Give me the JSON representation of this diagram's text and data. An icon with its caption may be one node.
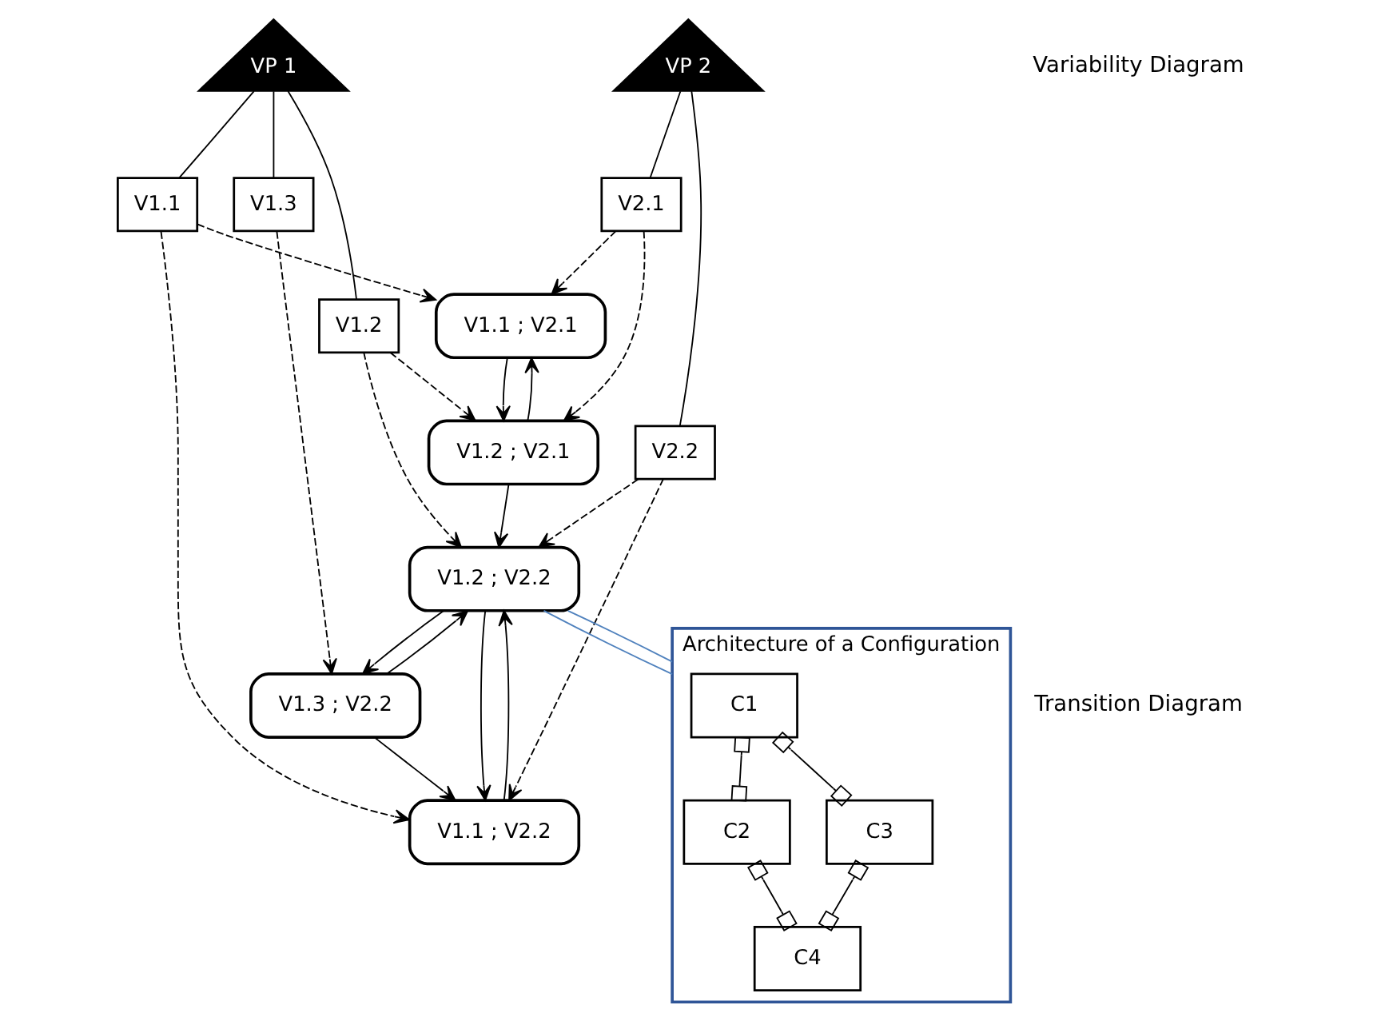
{
  "diagram": {
    "nodes": [
      {
        "text": [
          "VP 1"
        ]
      },
      {
        "text": [
          "VP 2"
        ]
      },
      {
        "text": [
          "V1.1"
        ]
      },
      {
        "text": [
          "V1.2"
        ]
      },
      {
        "text": [
          "V1.3"
        ]
      },
      {
        "text": [
          "V2.1"
        ]
      },
      {
        "text": [
          "V2.2"
        ]
      },
      {
        "text": [
          "V1.3 ; V2.2"
        ]
      },
      {
        "text": [
          "V1.1 ; V2.1"
        ]
      },
      {
        "text": [
          "V1.1 ; V2.2"
        ]
      },
      {
        "text": [
          "V1.2 ; V2.1"
        ]
      },
      {
        "text": [
          "V1.2 ; V2.2"
        ]
      },
      {
        "text": [
          "Architecture of a Configuration"
        ]
      },
      {
        "text": [
          "C1"
        ],
        "in": 12
      },
      {
        "text": [
          "C2"
        ],
        "in": 12
      },
      {
        "text": [
          "C3"
        ],
        "in": 12
      },
      {
        "text": [
          "C4"
        ],
        "in": 12
      }
    ],
    "edges": [
      {
        "from": 0,
        "to": 2,
        "arrow": "none"
      },
      {
        "from": 0,
        "to": 3,
        "arrow": "none"
      },
      {
        "from": 0,
        "to": 4,
        "arrow": "none"
      },
      {
        "from": 1,
        "to": 5,
        "arrow": "none"
      },
      {
        "from": 1,
        "to": 6,
        "arrow": "none"
      },
      {
        "from": 2,
        "to": 8,
        "arrow": "to",
        "style": "dashed"
      },
      {
        "from": 2,
        "to": 9,
        "arrow": "to",
        "style": "dashed"
      },
      {
        "from": 3,
        "to": 10,
        "arrow": "to",
        "style": "dashed"
      },
      {
        "from": 3,
        "to": 11,
        "arrow": "to",
        "style": "dashed"
      },
      {
        "from": 4,
        "to": 7,
        "arrow": "to",
        "style": "dashed"
      },
      {
        "from": 5,
        "to": 8,
        "arrow": "to",
        "style": "dashed"
      },
      {
        "from": 5,
        "to": 10,
        "arrow": "to",
        "style": "dashed"
      },
      {
        "from": 6,
        "to": 9,
        "arrow": "to",
        "style": "dashed"
      },
      {
        "from": 6,
        "to": 11,
        "arrow": "to",
        "style": "dashed"
      },
      {
        "from": 8,
        "to": 10,
        "arrow": "to"
      },
      {
        "from": 10,
        "to": 8,
        "arrow": "to"
      },
      {
        "from": 10,
        "to": 11,
        "arrow": "to"
      },
      {
        "from": 7,
        "to": 9,
        "arrow": "to"
      },
      {
        "from": 7,
        "to": 11,
        "arrow": "to"
      },
      {
        "from": 11,
        "to": 7,
        "arrow": "to"
      },
      {
        "from": 11,
        "to": 9,
        "arrow": "to"
      },
      {
        "from": 9,
        "to": 11,
        "arrow": "to"
      },
      {
        "from": 11,
        "to": 12,
        "arrow": "none",
        "color": "#4f81bd"
      },
      {
        "from": 11,
        "to": 12,
        "arrow": "none",
        "color": "#4f81bd"
      },
      {
        "from": 13,
        "to": 14,
        "arrow": "other"
      },
      {
        "from": 13,
        "to": 15,
        "arrow": "other"
      },
      {
        "from": 14,
        "to": 16,
        "arrow": "other"
      },
      {
        "from": 15,
        "to": 16,
        "arrow": "other"
      }
    ],
    "labels": [
      "Variability Diagram",
      "Transition Diagram"
    ]
  }
}
